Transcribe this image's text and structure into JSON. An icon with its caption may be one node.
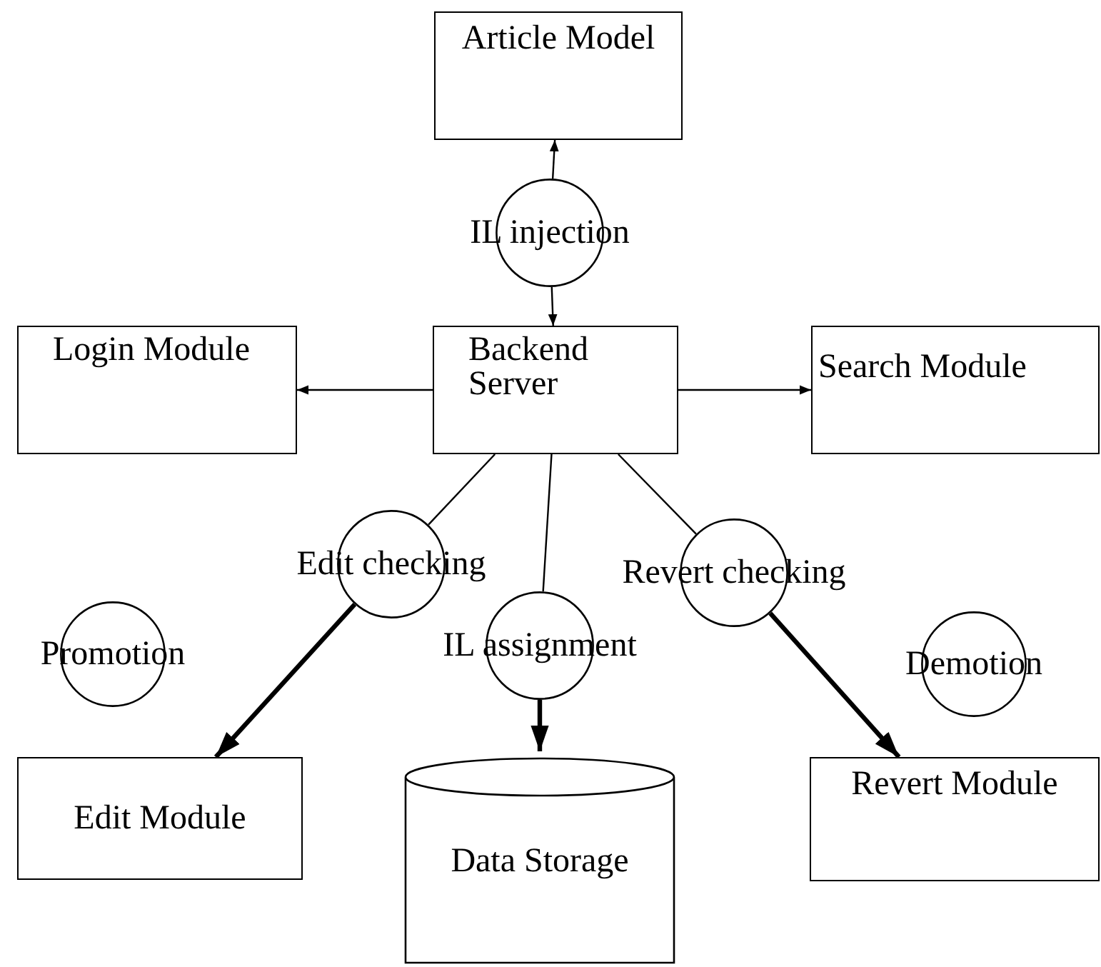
{
  "diagram": {
    "nodes": [
      {
        "text": [
          "Article Model"
        ]
      },
      {
        "text": [
          "IL injection"
        ]
      },
      {
        "text": [
          "Backend Server"
        ]
      },
      {
        "text": [
          "Login Module"
        ]
      },
      {
        "text": [
          "Search Module"
        ]
      },
      {
        "text": [
          "Edit checking"
        ]
      },
      {
        "text": [
          "IL assignment"
        ]
      },
      {
        "text": [
          "Revert checking"
        ]
      },
      {
        "text": [
          "Promotion"
        ]
      },
      {
        "text": [
          "Demotion"
        ]
      },
      {
        "text": [
          "Edit Module"
        ]
      },
      {
        "text": [
          "Data Storage"
        ]
      },
      {
        "text": [
          "Revert Module"
        ]
      }
    ],
    "edges": [
      {
        "from": 1,
        "to": 0,
        "arrow": "to"
      },
      {
        "from": 1,
        "to": 2,
        "arrow": "to"
      },
      {
        "from": 2,
        "to": 3,
        "arrow": "to"
      },
      {
        "from": 2,
        "to": 4,
        "arrow": "to"
      },
      {
        "from": 2,
        "to": 5,
        "arrow": "none"
      },
      {
        "from": 5,
        "to": 10,
        "arrow": "to",
        "style": "thick"
      },
      {
        "from": 2,
        "to": 6,
        "arrow": "none"
      },
      {
        "from": 6,
        "to": 11,
        "arrow": "to",
        "style": "thick"
      },
      {
        "from": 2,
        "to": 7,
        "arrow": "none"
      },
      {
        "from": 7,
        "to": 12,
        "arrow": "to",
        "style": "thick"
      }
    ]
  }
}
